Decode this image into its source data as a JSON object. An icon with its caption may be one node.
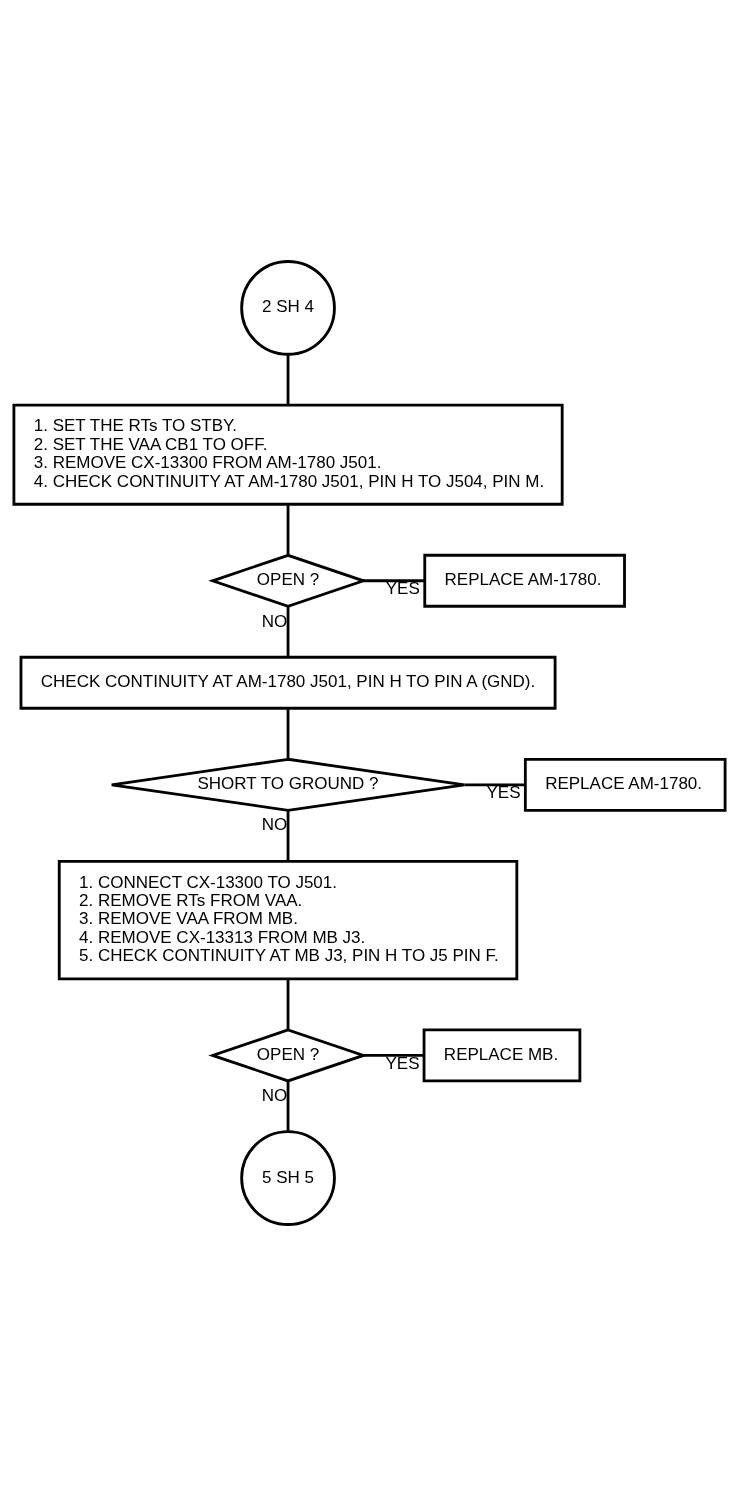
{
  "diagram": {
    "nodes": [
      {
        "text": [
          "2 SH 4"
        ]
      },
      {
        "text": [
          "1. SET THE RTs TO STBY.",
          "2. SET THE VAA CB1 TO OFF.",
          "3. REMOVE CX-13300 FROM AM-1780 J501.",
          "4. CHECK CONTINUITY AT AM-1780 J501, PIN H TO J504, PIN M."
        ]
      },
      {
        "text": [
          "OPEN ?"
        ]
      },
      {
        "text": [
          "REPLACE AM-1780."
        ]
      },
      {
        "text": [
          "CHECK CONTINUITY AT AM-1780 J501, PIN H TO PIN A (GND)."
        ]
      },
      {
        "text": [
          "SHORT TO GROUND ?"
        ]
      },
      {
        "text": [
          "REPLACE AM-1780."
        ]
      },
      {
        "text": [
          "1. CONNECT CX-13300 TO J501.",
          "2. REMOVE RTs FROM VAA.",
          "3. REMOVE VAA FROM MB.",
          "4. REMOVE CX-13313 FROM MB J3.",
          "5. CHECK CONTINUITY AT MB J3, PIN H TO J5 PIN F."
        ]
      },
      {
        "text": [
          "OPEN ?"
        ]
      },
      {
        "text": [
          "REPLACE MB."
        ]
      },
      {
        "text": [
          "5 SH 5"
        ]
      }
    ],
    "edges": [
      {
        "from": 0,
        "to": 1,
        "arrow": "none"
      },
      {
        "from": 1,
        "to": 2,
        "arrow": "none"
      },
      {
        "from": 2,
        "to": 3,
        "arrow": "none",
        "label": "YES"
      },
      {
        "from": 2,
        "to": 4,
        "arrow": "none",
        "label": "NO"
      },
      {
        "from": 4,
        "to": 5,
        "arrow": "none"
      },
      {
        "from": 5,
        "to": 6,
        "arrow": "none",
        "label": "YES"
      },
      {
        "from": 5,
        "to": 7,
        "arrow": "none",
        "label": "NO"
      },
      {
        "from": 7,
        "to": 8,
        "arrow": "none"
      },
      {
        "from": 8,
        "to": 9,
        "arrow": "none",
        "label": "YES"
      },
      {
        "from": 8,
        "to": 10,
        "arrow": "none",
        "label": "NO"
      }
    ]
  }
}
